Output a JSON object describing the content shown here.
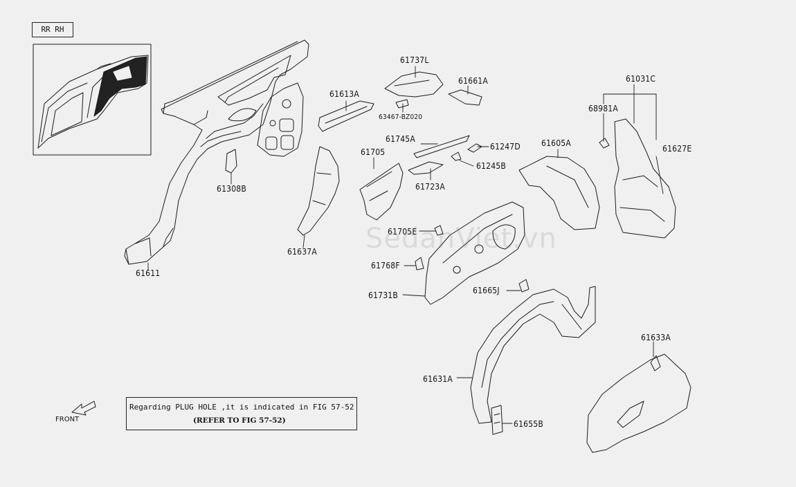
{
  "tag": "RR RH",
  "note": {
    "line1": "Regarding PLUG HOLE ,it is indicated in FIG 57-52",
    "line2": "(REFER TO FIG 57-52)"
  },
  "front_label": "FRONT",
  "watermark": "SedanViet.vn",
  "parts": {
    "p61611": "61611",
    "p61308B": "61308B",
    "p61613A": "61613A",
    "p61637A": "61637A",
    "p61737L": "61737L",
    "p63467": "63467-BZ020",
    "p61661A": "61661A",
    "p61745A": "61745A",
    "p61247D": "61247D",
    "p61705": "61705",
    "p61245B": "61245B",
    "p61723A": "61723A",
    "p61605A": "61605A",
    "p61031C": "61031C",
    "p68981A": "68981A",
    "p61627E": "61627E",
    "p61705E": "61705E",
    "p61768F": "61768F",
    "p61731B": "61731B",
    "p61665J": "61665J",
    "p61633A": "61633A",
    "p61631A": "61631A",
    "p61655B": "61655B"
  }
}
